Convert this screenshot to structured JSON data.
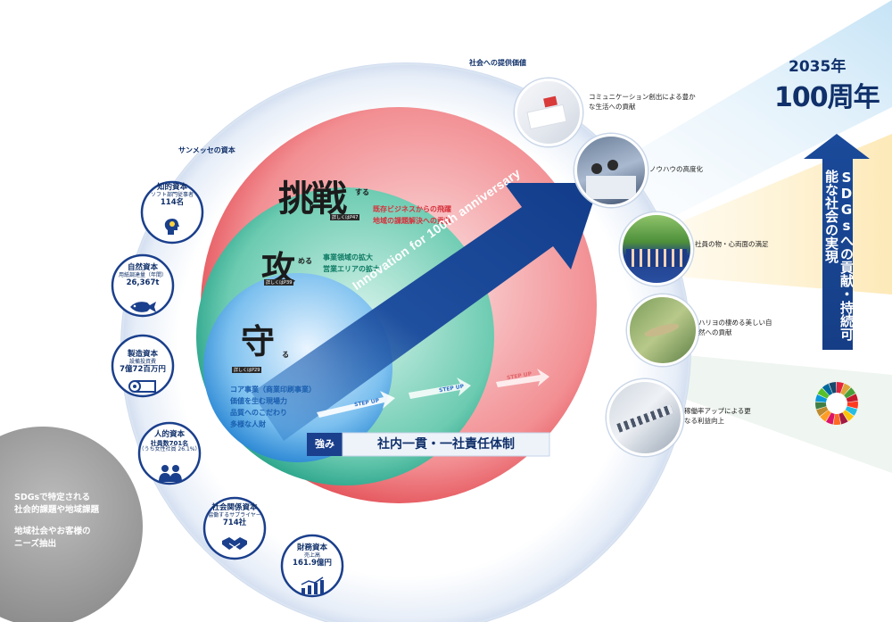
{
  "header": {
    "year": "2035年",
    "anniversary": "100周年"
  },
  "sdgs_banner": "SDGsへの貢献・持続可能な社会の実現",
  "section_titles": {
    "capital": "サンメッセの資本",
    "value": "社会への提供価値"
  },
  "capitals": [
    {
      "name": "知的資本",
      "sub": "ソフト部門従事者",
      "value": "114名",
      "icon": "lightbulb-head-icon"
    },
    {
      "name": "自然資本",
      "sub": "用紙調達量（年間）",
      "value": "26,367t",
      "icon": "fish-icon"
    },
    {
      "name": "製造資本",
      "sub": "設備投資費",
      "value": "7億72百万円",
      "icon": "paper-roll-icon"
    },
    {
      "name": "人的資本",
      "sub": "社員数701名",
      "value": "（うち女性社員 26.1%）",
      "icon": "people-icon"
    },
    {
      "name": "社会関係資本",
      "sub": "協働するサプライヤー",
      "value": "714社",
      "icon": "handshake-icon"
    },
    {
      "name": "財務資本",
      "sub": "売上高",
      "value": "161.9億円",
      "icon": "growth-chart-icon"
    }
  ],
  "stages": {
    "challenge": {
      "kanji": "挑戦",
      "suffix": "する",
      "ref": "詳しくはP47",
      "lines": [
        "既存ビジネスからの飛躍",
        "地域の課題解決への貢献"
      ]
    },
    "attack": {
      "kanji": "攻",
      "suffix": "める",
      "ref": "詳しくはP39",
      "lines": [
        "事業領域の拡大",
        "営業エリアの拡大"
      ]
    },
    "defend": {
      "kanji": "守",
      "suffix": "る",
      "ref": "詳しくはP29",
      "lines": [
        "コア事業（商業印刷事業）",
        "価値を生む現場力",
        "品質へのこだわり",
        "多様な人財"
      ]
    }
  },
  "arrow_label": "Innovation for 100th anniversary",
  "step_up": "STEP UP",
  "strength": {
    "label": "強み",
    "text": "社内一貫・一社責任体制"
  },
  "values": [
    "コミュニケーション創出による豊かな生活への貢献",
    "ノウハウの高度化",
    "社員の物・心両面の満足",
    "ハリヨの棲める美しい自然への貢献",
    "稼働率アップによる更なる利益向上"
  ],
  "input_block": {
    "line1": "SDGsで特定される",
    "line2": "社会的課題や地域課題",
    "line3": "地域社会やお客様の",
    "line4": "ニーズ抽出"
  },
  "colors": {
    "navy": "#10306a",
    "arrow": "#1a3f8c",
    "challenge": "#e25a5f",
    "attack": "#2fa88f",
    "defend": "#2d8fd6"
  }
}
